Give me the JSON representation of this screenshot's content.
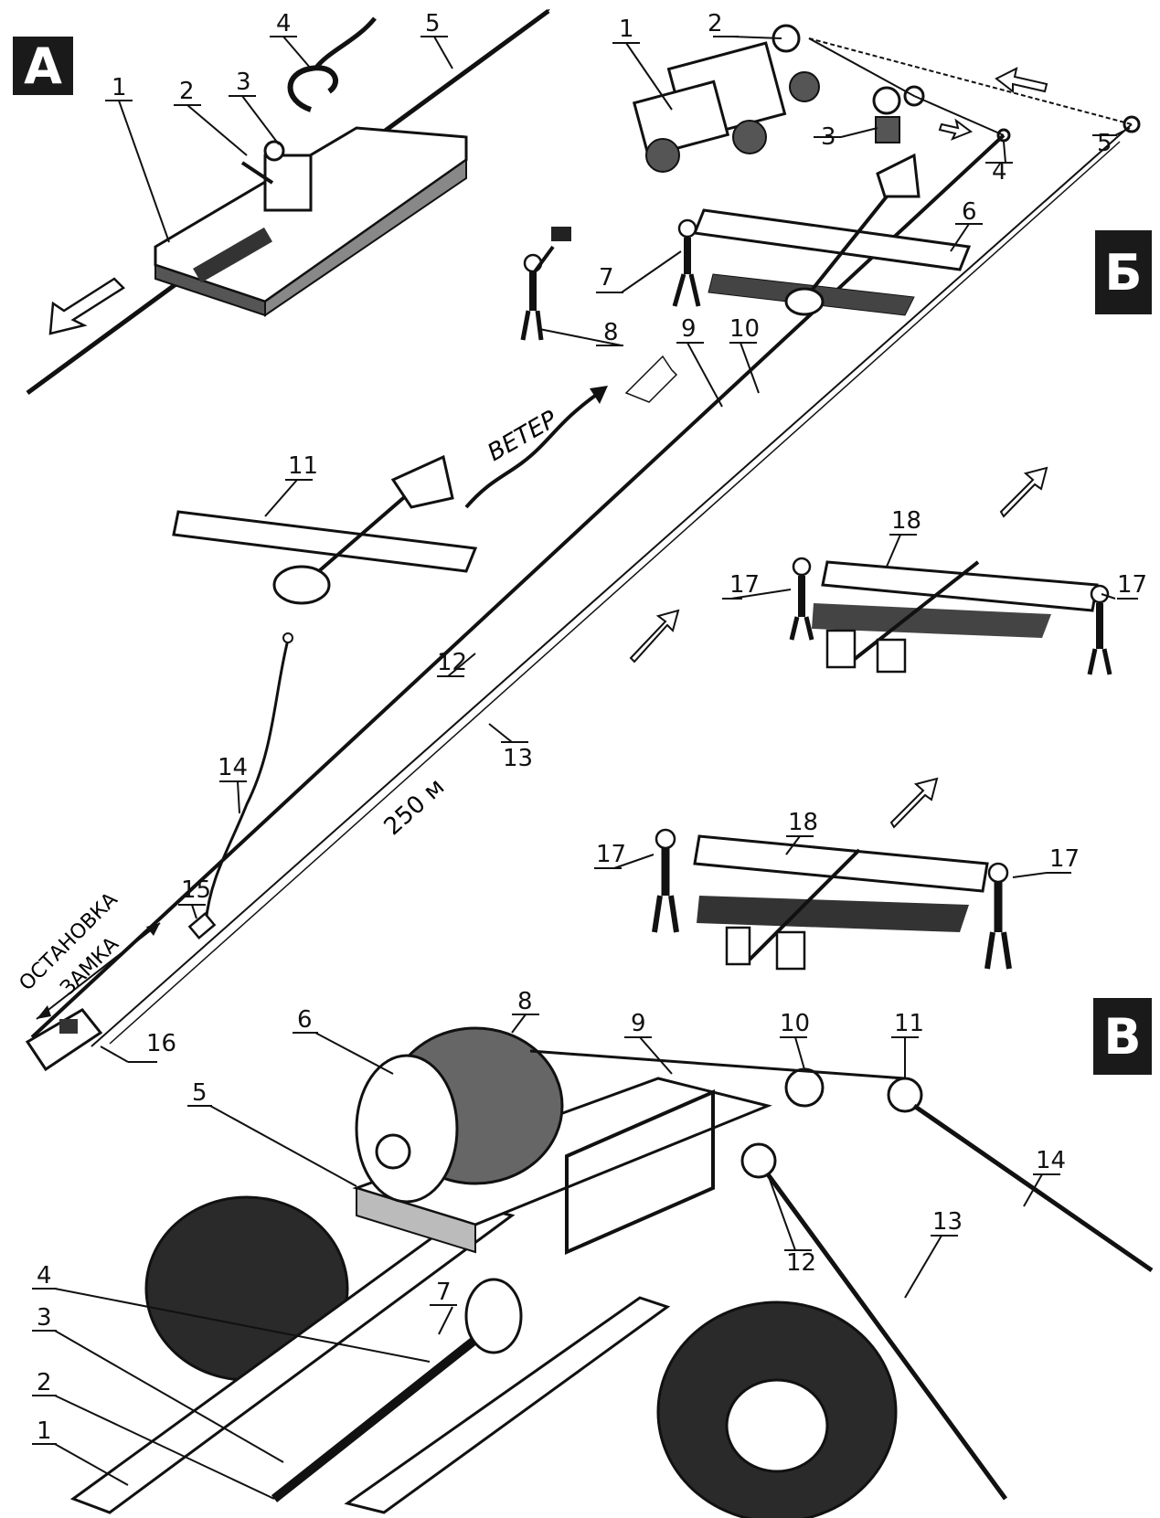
{
  "sections": {
    "a": "А",
    "b": "Б",
    "v": "В"
  },
  "panel_a": {
    "callouts": [
      "1",
      "2",
      "3",
      "4",
      "5"
    ]
  },
  "panel_b": {
    "callouts": [
      "1",
      "2",
      "3",
      "4",
      "5",
      "6",
      "7",
      "8",
      "9",
      "10",
      "11",
      "12",
      "13",
      "14",
      "15",
      "16",
      "17",
      "17",
      "18",
      "17",
      "17",
      "18"
    ],
    "wind_label": "ВЕТЕР",
    "distance_label": "250 м",
    "lock_stop_label_line1": "ОСТАНОВКА",
    "lock_stop_label_line2": "ЗАМКА"
  },
  "panel_v": {
    "callouts": [
      "1",
      "2",
      "3",
      "4",
      "5",
      "6",
      "7",
      "8",
      "9",
      "10",
      "11",
      "12",
      "13",
      "14"
    ]
  },
  "colors": {
    "ink": "#111111",
    "paper": "#ffffff",
    "badge": "#1a1a1a"
  }
}
